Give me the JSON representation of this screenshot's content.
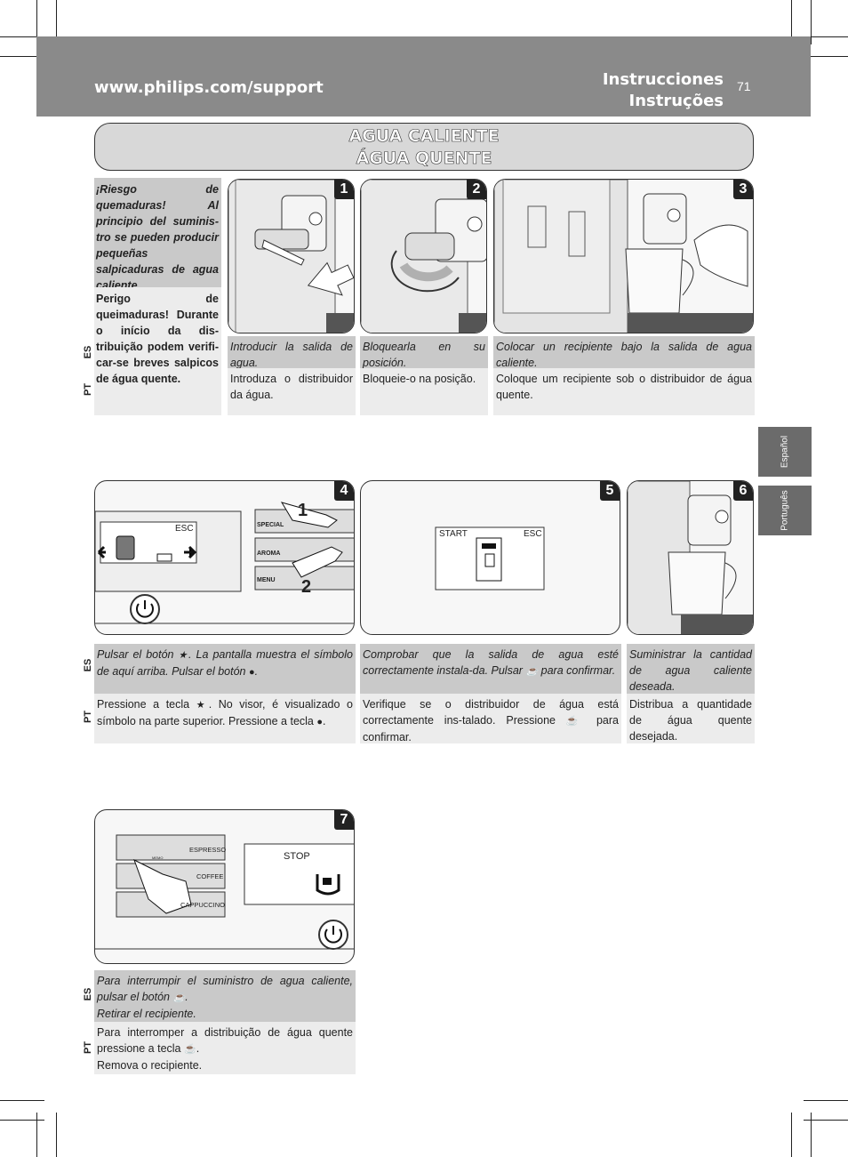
{
  "header": {
    "url": "www.philips.com/support",
    "title_es": "Instrucciones",
    "title_pt": "Instruções",
    "page_number": "71"
  },
  "banner": {
    "title_es": "AGUA CALIENTE",
    "title_pt": "ÁGUA QUENTE"
  },
  "warning": {
    "es": "¡Riesgo de quemaduras! Al principio del suminis-tro se pueden producir pequeñas salpicaduras de agua caliente.",
    "pt": "Perigo de queimaduras! Durante o início da dis-tribuição podem verifi-car-se breves salpicos de água quente."
  },
  "lang_labels": {
    "es": "ES",
    "pt": "PT"
  },
  "side_tabs": {
    "es": "Español",
    "pt": "Português"
  },
  "steps": [
    {
      "num": "1",
      "es": "Introducir la salida de agua.",
      "pt": "Introduza o distribuidor da água."
    },
    {
      "num": "2",
      "es": "Bloquearla en su posición.",
      "pt": "Bloqueie-o na posição."
    },
    {
      "num": "3",
      "es": "Colocar un recipiente bajo la salida de agua caliente.",
      "pt": "Coloque um recipiente sob o distribuidor de água quente."
    },
    {
      "num": "4",
      "es_a": "Pulsar el botón",
      "es_b": ". La pantalla muestra el símbolo de aquí arriba. Pulsar el botón",
      "es_c": ".",
      "pt_a": "Pressione a tecla",
      "pt_b": ". No visor, é visualizado o símbolo na parte superior. Pressione a tecla",
      "pt_c": "."
    },
    {
      "num": "5",
      "es_a": "Comprobar que la salida de agua esté correctamente instala-da. Pulsar",
      "es_b": "para confirmar.",
      "pt_a": "Verifique se o distribuidor de água está correctamente ins-talado. Pressione",
      "pt_b": "para confirmar."
    },
    {
      "num": "6",
      "es": "Suministrar la cantidad de agua caliente deseada.",
      "pt": "Distribua a quantidade de água quente desejada."
    },
    {
      "num": "7",
      "es_a": "Para interrumpir el suministro de agua caliente, pulsar el botón",
      "es_b": ".",
      "es_c": "Retirar el recipiente.",
      "pt_a": "Para interromper a distribuição de água quente pressione a tecla",
      "pt_b": ".",
      "pt_c": "Remova o recipiente."
    }
  ],
  "panel": {
    "esc": "ESC",
    "start": "START",
    "stop": "STOP",
    "special": "SPECIAL",
    "aroma": "AROMA",
    "menu": "MENU",
    "espresso": "ESPRESSO",
    "coffee": "COFFEE",
    "cappuccino": "CAPPUCCINO",
    "memo": "MEMO",
    "callout_1": "1",
    "callout_2": "2"
  }
}
